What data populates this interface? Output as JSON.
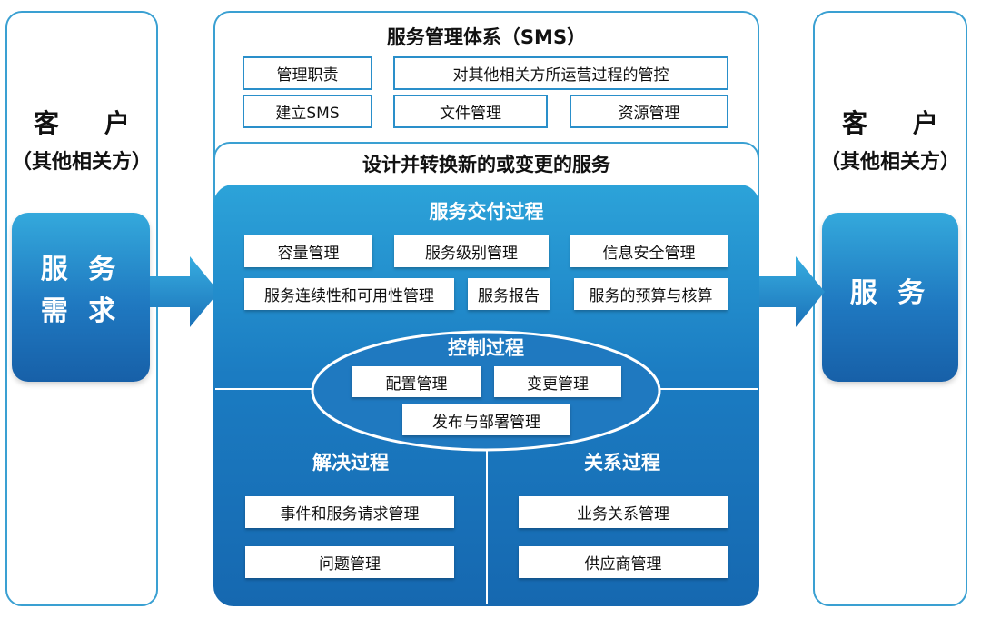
{
  "left": {
    "title": "客 户",
    "subtitle": "（其他相关方）",
    "box_line1": "服 务",
    "box_line2": "需 求"
  },
  "right": {
    "title": "客 户",
    "subtitle": "（其他相关方）",
    "box_label": "服 务"
  },
  "sms": {
    "title": "服务管理体系（SMS）",
    "items": [
      "管理职责",
      "对其他相关方所运营过程的管控",
      "建立SMS",
      "文件管理",
      "资源管理"
    ]
  },
  "design": {
    "title": "设计并转换新的或变更的服务"
  },
  "delivery": {
    "title": "服务交付过程",
    "items": [
      "容量管理",
      "服务级别管理",
      "信息安全管理",
      "服务连续性和可用性管理",
      "服务报告",
      "服务的预算与核算"
    ]
  },
  "control": {
    "title": "控制过程",
    "items": [
      "配置管理",
      "变更管理",
      "发布与部署管理"
    ]
  },
  "resolution": {
    "title": "解决过程",
    "items": [
      "事件和服务请求管理",
      "问题管理"
    ]
  },
  "relationship": {
    "title": "关系过程",
    "items": [
      "业务关系管理",
      "供应商管理"
    ]
  },
  "colors": {
    "accent_blue": "#1f78c0",
    "light_blue": "#34a9dc",
    "border_blue": "#3aa0d2"
  }
}
